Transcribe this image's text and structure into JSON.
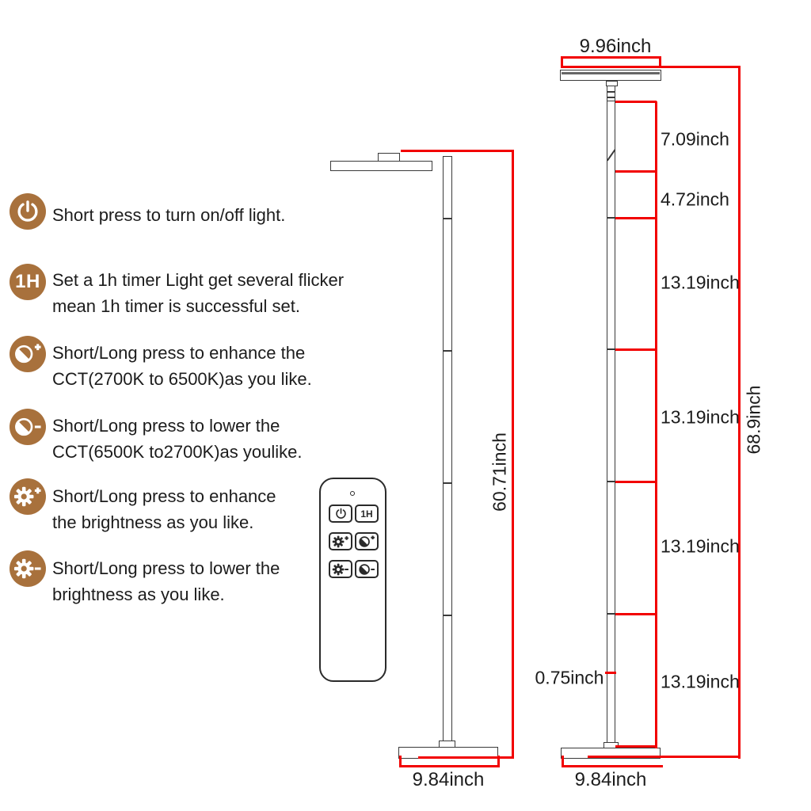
{
  "colors": {
    "accent_brown": "#a8713c",
    "dimension_red": "#f20000",
    "line_color": "#3a3a3a",
    "text_color": "#1c1c1c"
  },
  "instructions": {
    "items": [
      {
        "icon": "power-icon",
        "lines": [
          "Short press to turn on/off light."
        ]
      },
      {
        "icon": "timer-1h-icon",
        "badge": "1H",
        "lines": [
          "Set a 1h timer Light get several flicker",
          "mean 1h timer is successful set."
        ]
      },
      {
        "icon": "cct-up-icon",
        "lines": [
          "Short/Long press to enhance the",
          "CCT(2700K to 6500K)as you like."
        ]
      },
      {
        "icon": "cct-down-icon",
        "lines": [
          "Short/Long press to lower the",
          "CCT(6500K to2700K)as youlike."
        ]
      },
      {
        "icon": "brightness-up-icon",
        "lines": [
          "Short/Long press to enhance",
          "the brightness as you like."
        ]
      },
      {
        "icon": "brightness-down-icon",
        "lines": [
          "Short/Long press to lower the",
          "brightness as you like."
        ]
      }
    ]
  },
  "remote": {
    "buttons": [
      "power",
      "1H-timer",
      "brightness-up",
      "cct-up",
      "brightness-down",
      "cct-down"
    ],
    "label_1h": "1H"
  },
  "front_view": {
    "height": "60.71inch",
    "base_width": "9.84inch"
  },
  "side_view": {
    "head_width": "9.96inch",
    "segments": [
      "7.09inch",
      "4.72inch",
      "13.19inch",
      "13.19inch",
      "13.19inch",
      "13.19inch"
    ],
    "total_height": "68.9inch",
    "pole_diameter": "0.75inch",
    "base_width": "9.84inch"
  }
}
